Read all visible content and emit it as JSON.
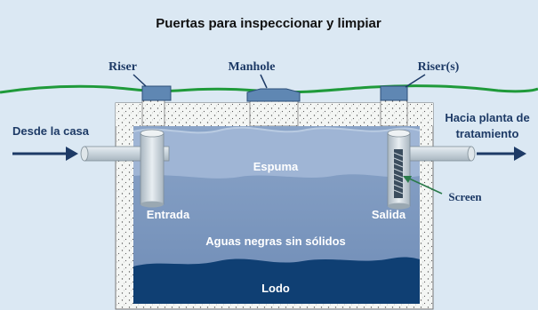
{
  "title": "Puertas para inspeccionar y limpiar",
  "labels": {
    "riser_left": "Riser",
    "manhole": "Manhole",
    "riser_right": "Riser(s)",
    "inlet_source": "Desde la casa",
    "outlet_dest_line1": "Hacia planta de",
    "outlet_dest_line2": "tratamiento",
    "scum": "Espuma",
    "inlet": "Entrada",
    "outlet": "Salida",
    "screen": "Screen",
    "effluent": "Aguas negras sin sólidos",
    "sludge": "Lodo"
  },
  "colors": {
    "background": "#dbe8f3",
    "ground_line": "#1f9a3a",
    "concrete": "#f3f5f3",
    "water": "#7e99c0",
    "scum": "#9fb5d5",
    "sludge": "#0f3f73",
    "text_dark": "#1d3a66",
    "pipe": "#cfd8df",
    "riser_cap": "#5f87b3"
  }
}
